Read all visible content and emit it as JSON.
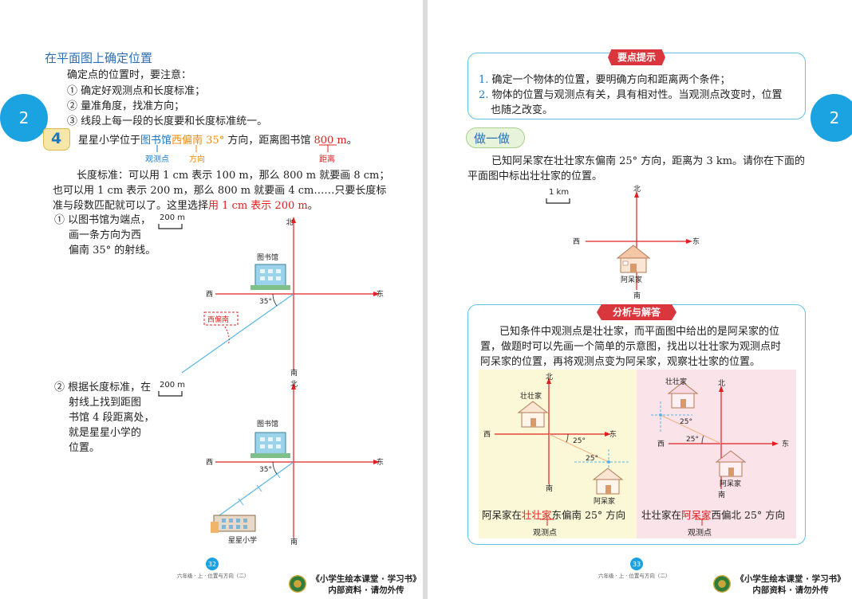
{
  "chapter_number": "2",
  "left": {
    "section_title": "在平面图上确定位置",
    "intro": "确定点的位置时，要注意：",
    "rules": [
      "① 确定好观测点和长度标准；",
      "② 量准角度，找准方向；",
      "③ 线段上每一段的长度要和长度标准统一。"
    ],
    "example_number": "4",
    "example": {
      "pre": "星星小学位于",
      "place": "图书馆",
      "direction": "西偏南 35°",
      "mid": " 方向，距离图书馆 ",
      "distance": "800 m",
      "end": "。",
      "label_observation": "观测点",
      "label_direction": "方向",
      "label_distance": "距离"
    },
    "scale_line1": "长度标准：可以用 1 cm 表示 100 m，那么 800 m 就要画 8 cm；",
    "scale_line2": "也可以用 1 cm 表示 200 m，那么 800 m 就要画 4 cm……只要长度标",
    "scale_line3_pre": "准与段数匹配就可以了。这里选择",
    "scale_line3_red": "用 1 cm 表示 200 m",
    "scale_line3_end": "。",
    "step1": [
      "① 以图书馆为端点，",
      "画一条方向为西",
      "偏南 35° 的射线。"
    ],
    "step2": [
      "② 根据长度标准，在",
      "射线上找到距图",
      "书馆 4 段距离处，",
      "就是星星小学的",
      "位置。"
    ],
    "scale_label": "200 m",
    "diagram1": {
      "north": "北",
      "south": "南",
      "west": "西",
      "east": "东",
      "library": "图书馆",
      "angle": "35°",
      "tag": "西偏南"
    },
    "diagram2": {
      "north": "北",
      "south": "南",
      "west": "西",
      "east": "东",
      "library": "图书馆",
      "angle": "35°",
      "school": "星星小学"
    },
    "page_number": "32",
    "running_footer": "六年级 · 上 · 位置与方向（二）",
    "brand_line1": "《小学生绘本课堂 · 学习书》",
    "brand_line2": "内部资料 · 请勿外传"
  },
  "right": {
    "tips_title": "要点提示",
    "tips": [
      {
        "num": "1.",
        "text": "确定一个物体的位置，要明确方向和距离两个条件；"
      },
      {
        "num": "2.",
        "text": "物体的位置与观测点有关，具有相对性。当观测点改变时，位置"
      },
      {
        "num": "",
        "text": "也随之改变。"
      }
    ],
    "practice_title": "做一做",
    "practice_line1": "已知阿呆家在壮壮家东偏南 25° 方向，距离为 3 km。请你在下面的",
    "practice_line2": "平面图中标出壮壮家的位置。",
    "scale_label": "1 km",
    "practice_diagram": {
      "north": "北",
      "south": "南",
      "west": "西",
      "east": "东",
      "house": "阿呆家"
    },
    "analysis_title": "分析与解答",
    "analysis": [
      "已知条件中观测点是壮壮家，而平面图中给出的是阿呆家的位",
      "置，做题时可以先画一个简单的示意图，找出以壮壮家为观测点时",
      "阿呆家的位置，再将观测点变为阿呆家，观察壮壮家的位置。"
    ],
    "left_panel": {
      "north": "北",
      "south": "南",
      "west": "西",
      "east": "东",
      "house_top": "壮壮家",
      "house_bottom": "阿呆家",
      "angle1": "25°",
      "angle2": "25°",
      "caption_a": "阿呆家在",
      "caption_red": "壮壮家",
      "caption_b": "东偏南 25° 方向",
      "note": "观测点"
    },
    "right_panel": {
      "north": "北",
      "south": "南",
      "west": "西",
      "east": "东",
      "house_top": "壮壮家",
      "house_bottom": "阿呆家",
      "angle1": "25°",
      "angle2": "25°",
      "caption_a": "壮壮家在",
      "caption_red": "阿呆家",
      "caption_b": "西偏北 25° 方向",
      "note": "观测点"
    },
    "page_number": "33",
    "running_footer": "六年级 · 上 · 位置与方向（二）",
    "brand_line1": "《小学生绘本课堂 · 学习书》",
    "brand_line2": "内部资料 · 请勿外传"
  },
  "colors": {
    "accent_blue": "#1aa3e0",
    "red": "#e02020",
    "orange": "#e88a10",
    "tip_border": "#5fc4e8",
    "banner_red": "#d9363e",
    "panel_yellow": "#fbf8d8",
    "panel_pink": "#fbe3ea"
  }
}
